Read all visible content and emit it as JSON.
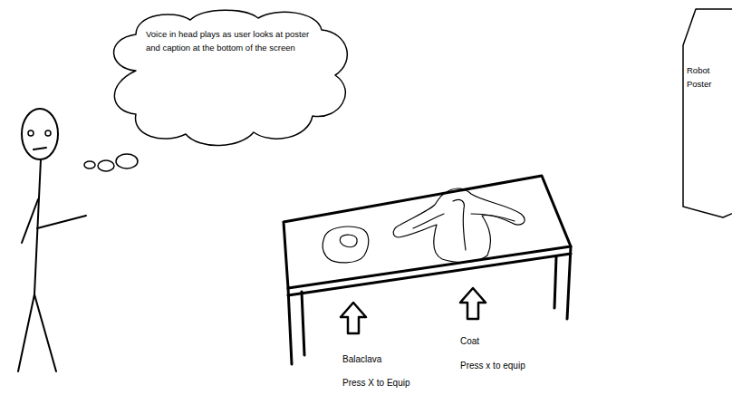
{
  "diagram": {
    "nodes": [
      {
        "text": [
          "Voice in head plays as user looks at poster and caption at the bottom of the screen"
        ]
      },
      {
        "text": [
          "Robot Poster"
        ]
      }
    ],
    "labels": [
      "Balaclava",
      "Press X to Equip",
      "Coat",
      "Press x to equip"
    ]
  }
}
